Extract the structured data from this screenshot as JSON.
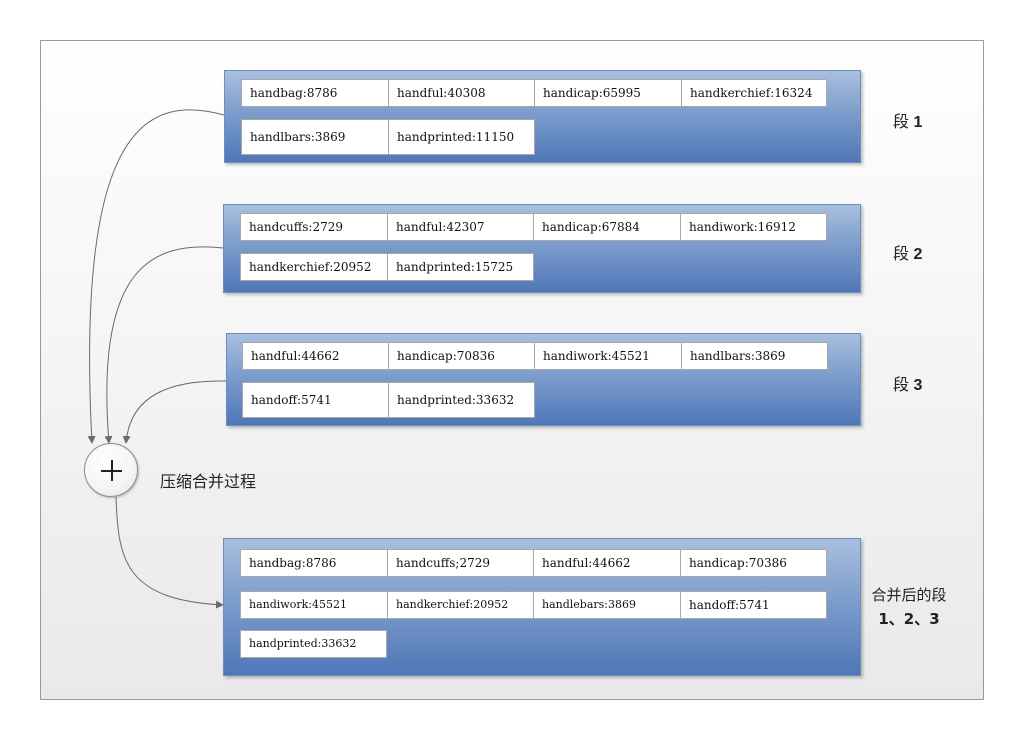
{
  "segments": [
    {
      "label_prefix": "段",
      "label_num": "1",
      "cells": [
        "handbag:8786",
        "handful:40308",
        "handicap:65995",
        "handkerchief:16324",
        "handlbars:3869",
        "handprinted:11150"
      ]
    },
    {
      "label_prefix": "段",
      "label_num": "2",
      "cells": [
        "handcuffs:2729",
        "handful:42307",
        "handicap:67884",
        "handiwork:16912",
        "handkerchief:20952",
        "handprinted:15725"
      ]
    },
    {
      "label_prefix": "段",
      "label_num": "3",
      "cells": [
        "handful:44662",
        "handicap:70836",
        "handiwork:45521",
        "handlbars:3869",
        "handoff:5741",
        "handprinted:33632"
      ]
    }
  ],
  "merged": {
    "label_line1": "合并后的段",
    "label_line2": "1、2、3",
    "cells": [
      "handbag:8786",
      "handcuffs;2729",
      "handful:44662",
      "handicap:70386",
      "handiwork:45521",
      "handkerchief:20952",
      "handlebars:3869",
      "handoff:5741",
      "handprinted:33632"
    ]
  },
  "process": {
    "label": "压缩合并过程",
    "icon": "plus-icon"
  },
  "colors": {
    "segment_top": "#a9bfdf",
    "segment_bottom": "#4f77b7",
    "arrow": "#6a6a6a"
  }
}
